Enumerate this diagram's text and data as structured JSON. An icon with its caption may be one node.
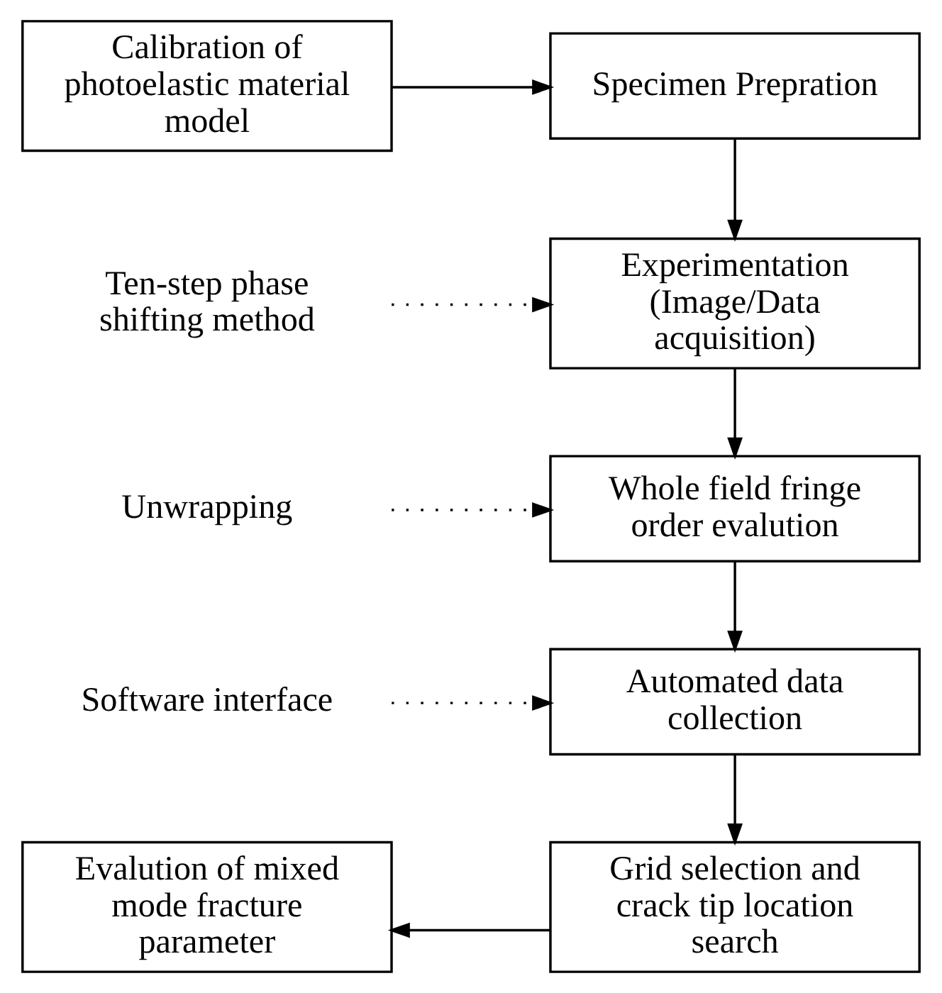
{
  "diagram": {
    "nodes": [
      {
        "text": [
          "Calibration of photoelastic material model"
        ]
      },
      {
        "text": [
          "Specimen Prepration"
        ]
      },
      {
        "text": [
          "Ten-step phase shifting method"
        ]
      },
      {
        "text": [
          "Experimentation (Image/Data acquisition)"
        ]
      },
      {
        "text": [
          "Unwrapping"
        ]
      },
      {
        "text": [
          "Whole field fringe order evalution"
        ]
      },
      {
        "text": [
          "Software interface"
        ]
      },
      {
        "text": [
          "Automated data collection"
        ]
      },
      {
        "text": [
          "Evalution of mixed mode fracture parameter"
        ]
      },
      {
        "text": [
          "Grid selection and crack tip location search"
        ]
      }
    ],
    "edges": [
      {
        "from": 0,
        "to": 1,
        "arrow": "to"
      },
      {
        "from": 1,
        "to": 3,
        "arrow": "to"
      },
      {
        "from": 2,
        "to": 3,
        "arrow": "to",
        "style": "dashed"
      },
      {
        "from": 3,
        "to": 5,
        "arrow": "to"
      },
      {
        "from": 4,
        "to": 5,
        "arrow": "to",
        "style": "dashed"
      },
      {
        "from": 5,
        "to": 7,
        "arrow": "to"
      },
      {
        "from": 6,
        "to": 7,
        "arrow": "to",
        "style": "dashed"
      },
      {
        "from": 7,
        "to": 9,
        "arrow": "to"
      },
      {
        "from": 9,
        "to": 8,
        "arrow": "to"
      }
    ]
  }
}
